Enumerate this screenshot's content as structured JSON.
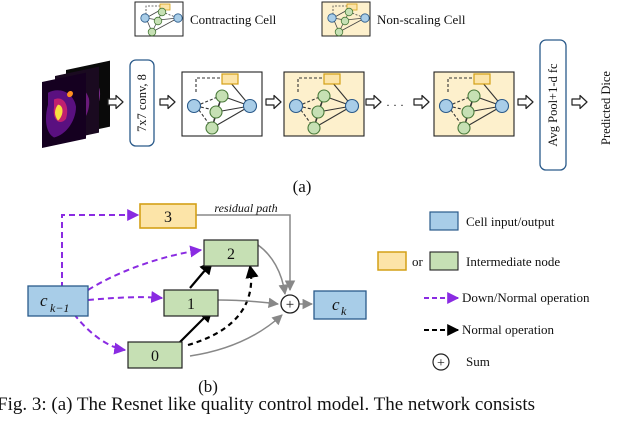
{
  "part_a": {
    "legend": {
      "contracting_label": "Contracting Cell",
      "non_scaling_label": "Non-scaling Cell"
    },
    "conv_label": "7x7 conv, 8",
    "ellipsis": "· · ·",
    "pool_label": "Avg Pool+1-d fc",
    "output_label": "Predicted Dice",
    "panel_label": "(a)"
  },
  "part_b": {
    "input_node": {
      "main": "c",
      "sub": "k−1"
    },
    "output_node": {
      "main": "c",
      "sub": "k"
    },
    "node_3": "3",
    "node_2": "2",
    "node_1": "1",
    "node_0": "0",
    "residual_label": "residual path",
    "sum_symbol": "+",
    "panel_label": "(b)",
    "legend": {
      "cell_io": "Cell input/output",
      "or": "or",
      "intermediate": "Intermediate node",
      "down_normal": "Down/Normal operation",
      "normal": "Normal operation",
      "sum_symbol": "+",
      "sum": "Sum"
    }
  },
  "caption": "Fig. 3: (a) The Resnet like quality control model. The network consists",
  "colors": {
    "cell_blue": "#a8cde8",
    "node_green": "#c6e0b4",
    "node_orange": "#fce4a8",
    "orange_border": "#d4a017",
    "cell_bg": "#fdf0cc",
    "purple": "#8a2be2",
    "gray": "#888888"
  }
}
